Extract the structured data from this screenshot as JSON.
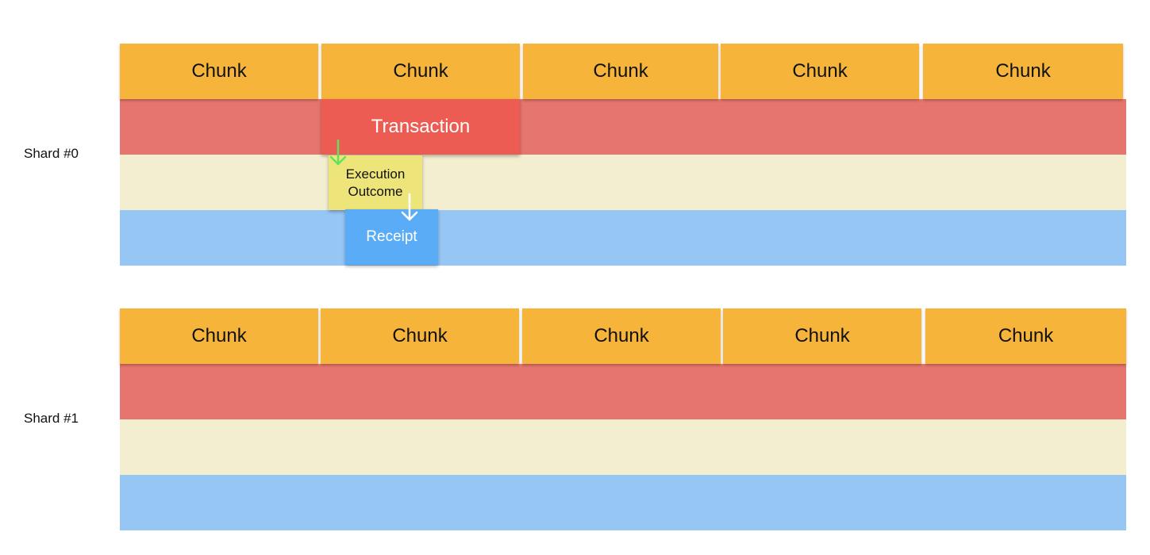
{
  "shards": [
    {
      "label": "Shard #0",
      "chunks": [
        "Chunk",
        "Chunk",
        "Chunk",
        "Chunk",
        "Chunk"
      ],
      "transaction": "Transaction",
      "execution_outcome": [
        "Execution",
        "Outcome"
      ],
      "receipt": "Receipt"
    },
    {
      "label": "Shard #1",
      "chunks": [
        "Chunk",
        "Chunk",
        "Chunk",
        "Chunk",
        "Chunk"
      ]
    }
  ],
  "colors": {
    "chunk": "#f6b53a",
    "transaction_band": "#e6756d",
    "transaction_node": "#ed5c53",
    "outcome_band": "#f2eecf",
    "outcome_node": "#eee57a",
    "receipt_band": "#96c6f4",
    "receipt_node": "#5aacf6",
    "arrow_tx_to_outcome": "#5fe35f",
    "arrow_outcome_to_receipt": "#ffffff"
  }
}
